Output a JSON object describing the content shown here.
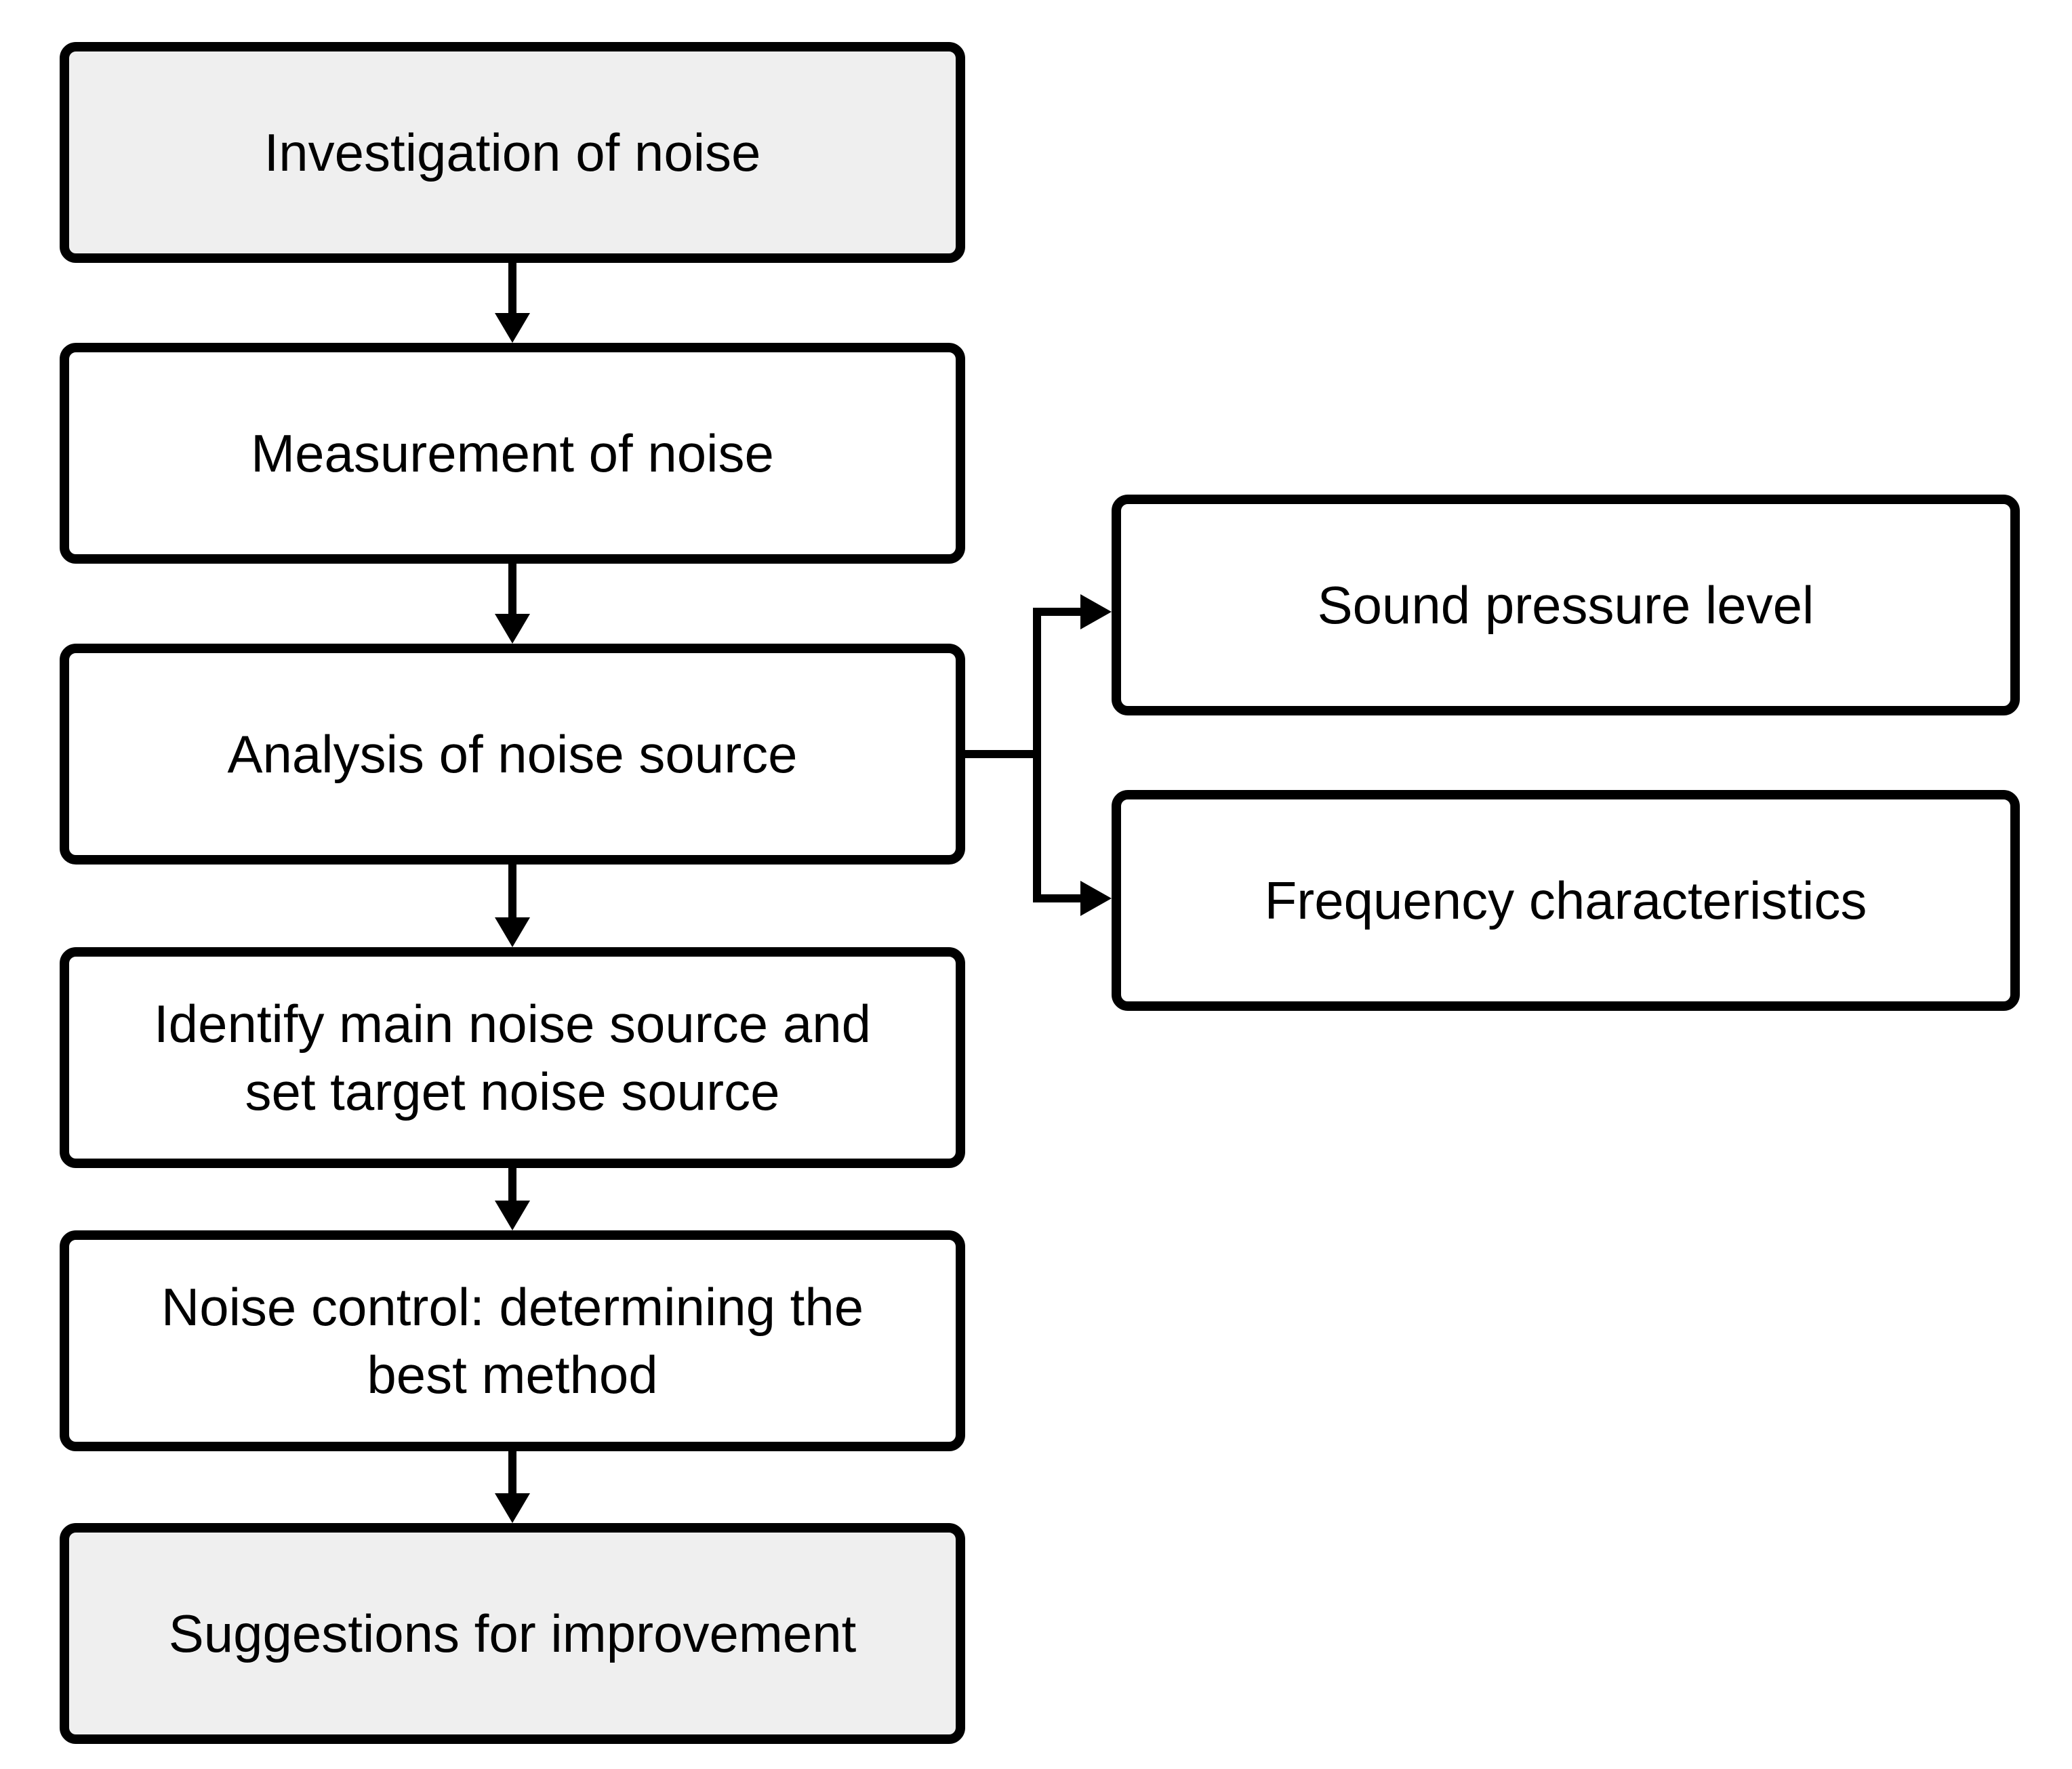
{
  "diagram": {
    "nodes": [
      {
        "id": "investigation",
        "label": "Investigation of noise",
        "fill": "#efefef"
      },
      {
        "id": "measurement",
        "label": "Measurement of noise",
        "fill": "#ffffff"
      },
      {
        "id": "analysis",
        "label": "Analysis of noise source",
        "fill": "#ffffff"
      },
      {
        "id": "identify",
        "label": "Identify main noise source and\nset target noise source",
        "fill": "#ffffff"
      },
      {
        "id": "noise-control",
        "label": "Noise control: determining the\nbest method",
        "fill": "#ffffff"
      },
      {
        "id": "suggestions",
        "label": "Suggestions for improvement",
        "fill": "#efefef"
      },
      {
        "id": "sound-pressure",
        "label": "Sound pressure level",
        "fill": "#ffffff"
      },
      {
        "id": "frequency",
        "label": "Frequency characteristics",
        "fill": "#ffffff"
      }
    ],
    "edges": [
      {
        "from": "investigation",
        "to": "measurement"
      },
      {
        "from": "measurement",
        "to": "analysis"
      },
      {
        "from": "analysis",
        "to": "identify"
      },
      {
        "from": "identify",
        "to": "noise-control"
      },
      {
        "from": "noise-control",
        "to": "suggestions"
      },
      {
        "from": "analysis",
        "to": "sound-pressure"
      },
      {
        "from": "analysis",
        "to": "frequency"
      }
    ]
  }
}
